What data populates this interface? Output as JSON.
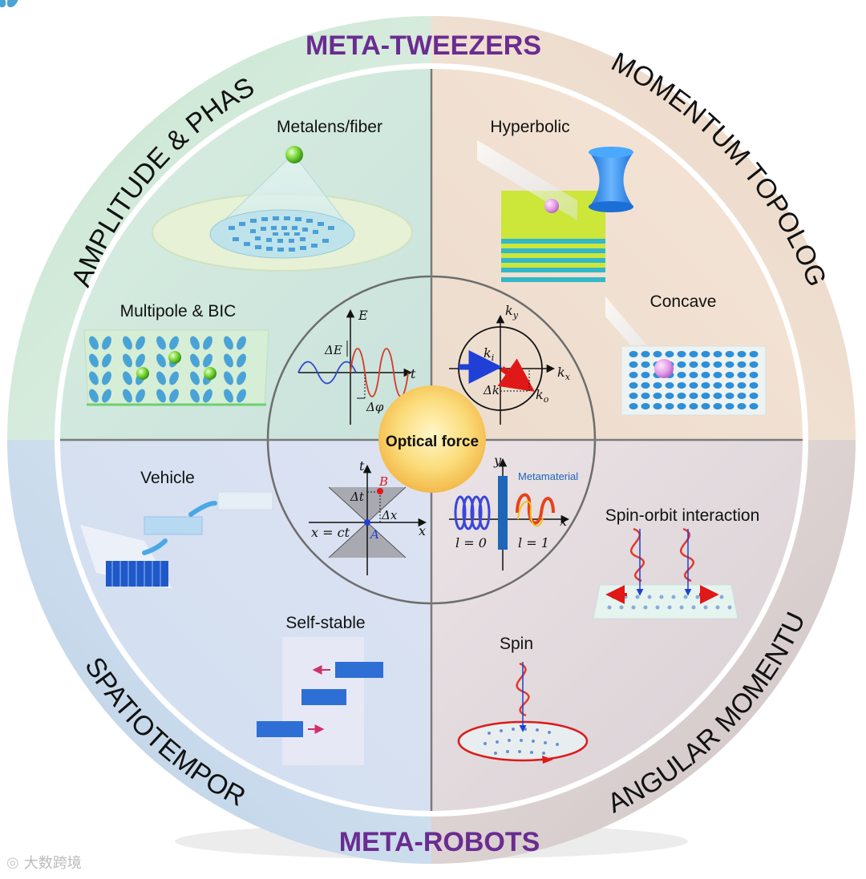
{
  "ring_labels": {
    "top": "META-TWEEZERS",
    "bottom": "META-ROBOTS",
    "upper_left": "AMPLITUDE & PHASE",
    "upper_right": "MOMENTUM TOPOLOGY",
    "lower_left": "SPATIOTEMPORAL",
    "lower_right": "ANGULAR MOMENTUM"
  },
  "center": {
    "title": "Optical force"
  },
  "quadrants": {
    "top_left": {
      "metalens": "Metalens/fiber",
      "multipole": "Multipole & BIC"
    },
    "top_right": {
      "hyperbolic": "Hyperbolic",
      "concave": "Concave"
    },
    "bottom_left": {
      "vehicle": "Vehicle",
      "self_stable": "Self-stable"
    },
    "bottom_right": {
      "spin_orbit": "Spin-orbit interaction",
      "spin": "Spin"
    }
  },
  "inner": {
    "wave": {
      "axis_e": "E",
      "axis_t": "t",
      "delta_e": "ΔE",
      "delta_phi": "Δφ"
    },
    "momentum": {
      "ky": "k",
      "ky_sub": "y",
      "kx": "k",
      "kx_sub": "x",
      "ki": "k",
      "ki_sub": "i",
      "ko": "k",
      "ko_sub": "o",
      "dk": "Δk"
    },
    "spacetime": {
      "t": "t",
      "x": "x",
      "dt": "Δt",
      "dx": "Δx",
      "b": "B",
      "a": "A",
      "light": "x = ct"
    },
    "oam": {
      "y": "y",
      "x": "x",
      "meta": "Metamaterial",
      "l0": "l = 0",
      "l1": "l = 1"
    }
  },
  "watermark": "大数跨境",
  "colors": {
    "q_top_left": "#d3eadf",
    "q_top_right": "#f1dfcf",
    "q_bottom_left": "#d3e3f1",
    "q_bottom_right": "#e8dcdc",
    "ring_label_purple": "#6a2c91",
    "beam_blue": "#3a8fd8",
    "arrow_red": "#e01818",
    "arrow_blue": "#1f3fd6"
  }
}
